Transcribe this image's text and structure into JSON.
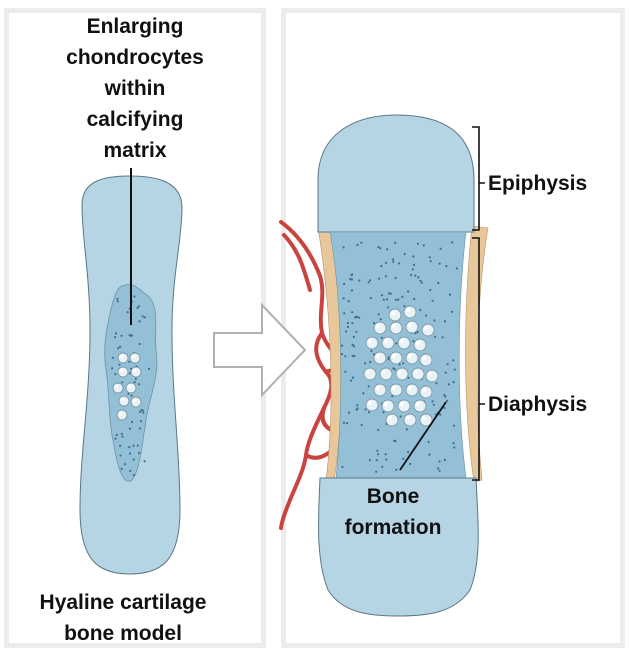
{
  "labels": {
    "enlarging_chondrocytes": [
      "Enlarging",
      "chondrocytes",
      "within",
      "calcifying",
      "matrix"
    ],
    "hyaline_cartilage": [
      "Hyaline cartilage",
      "bone model"
    ],
    "epiphysis": "Epiphysis",
    "diaphysis": "Diaphysis",
    "bone_formation": [
      "Bone",
      "formation"
    ]
  },
  "colors": {
    "cartilage_fill": "#b5d4e4",
    "cartilage_stroke": "#5a7888",
    "calcified_matrix": "#93c0d6",
    "periosteal_bone": "#e8c79b",
    "blood_vessel": "#c9433f",
    "arrow_fill": "#ffffff",
    "arrow_stroke": "#b0b0b0",
    "dots": "#3f6d88",
    "panel_border": "#ececec"
  },
  "icons": {
    "transition_arrow": "right-arrow-outline-icon"
  }
}
